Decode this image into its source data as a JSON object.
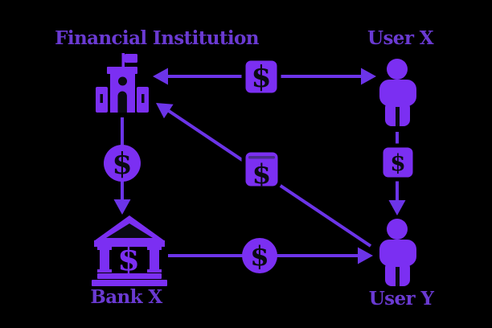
{
  "colors": {
    "background": "#000000",
    "icon": "#7b2ff2",
    "arrow": "#6c34e8",
    "label": "#6a3ad2",
    "dark": "#0a0a12",
    "slot": "#4b2d8f"
  },
  "diagram": {
    "nodes": [
      {
        "id": "financial-institution",
        "label": "Financial Institution",
        "icon": "institution-building-icon"
      },
      {
        "id": "user-x",
        "label": "User X",
        "icon": "person-icon"
      },
      {
        "id": "bank-x",
        "label": "Bank X",
        "icon": "bank-building-icon",
        "symbol": "$"
      },
      {
        "id": "user-y",
        "label": "User Y",
        "icon": "person-icon"
      }
    ],
    "edges": [
      {
        "from": "financial-institution",
        "to": "user-x",
        "direction": "bidirectional",
        "badge": "$",
        "badge_shape": "rounded-square"
      },
      {
        "from": "financial-institution",
        "to": "bank-x",
        "direction": "one-way",
        "badge": "$",
        "badge_shape": "circle"
      },
      {
        "from": "user-x",
        "to": "user-y",
        "direction": "one-way",
        "badge": "$",
        "badge_shape": "rounded-square"
      },
      {
        "from": "bank-x",
        "to": "user-y",
        "direction": "one-way",
        "badge": "$",
        "badge_shape": "circle"
      },
      {
        "from": "user-y",
        "to": "financial-institution",
        "direction": "one-way",
        "badge": "$",
        "badge_shape": "rounded-square"
      }
    ]
  }
}
